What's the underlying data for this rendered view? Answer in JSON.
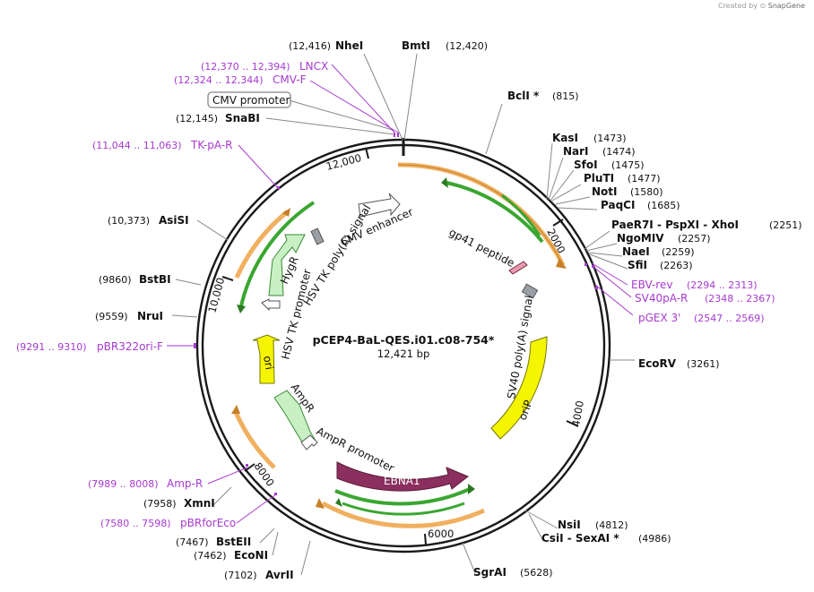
{
  "credit": {
    "prefix": "Created by",
    "brand": "SnapGene"
  },
  "plasmid": {
    "name": "pCEP4-BaL-QES.i01.c08-754*",
    "size": "12,421 bp"
  },
  "ticks": [
    "2000",
    "4000",
    "6000",
    "8000",
    "10,000",
    "12,000"
  ],
  "enzymes": [
    {
      "name": "NheI",
      "pos": "(12,416)"
    },
    {
      "name": "BmtI",
      "pos": "(12,420)"
    },
    {
      "name": "BclI *",
      "pos": "(815)"
    },
    {
      "name": "KasI",
      "pos": "(1473)"
    },
    {
      "name": "NarI",
      "pos": "(1474)"
    },
    {
      "name": "SfoI",
      "pos": "(1475)"
    },
    {
      "name": "PluTI",
      "pos": "(1477)"
    },
    {
      "name": "NotI",
      "pos": "(1580)"
    },
    {
      "name": "PaqCI",
      "pos": "(1685)"
    },
    {
      "name": "PaeR7I - PspXI - XhoI",
      "pos": "(2251)"
    },
    {
      "name": "NgoMIV",
      "pos": "(2257)"
    },
    {
      "name": "NaeI",
      "pos": "(2259)"
    },
    {
      "name": "SfiI",
      "pos": "(2263)"
    },
    {
      "name": "EcoRV",
      "pos": "(3261)"
    },
    {
      "name": "NsiI",
      "pos": "(4812)"
    },
    {
      "name": "CsiI - SexAI *",
      "pos": "(4986)"
    },
    {
      "name": "SgrAI",
      "pos": "(5628)"
    },
    {
      "name": "AvrII",
      "pos": "(7102)"
    },
    {
      "name": "EcoNI",
      "pos": "(7462)"
    },
    {
      "name": "BstEII",
      "pos": "(7467)"
    },
    {
      "name": "XmnI",
      "pos": "(7958)"
    },
    {
      "name": "NruI",
      "pos": "(9559)"
    },
    {
      "name": "BstBI",
      "pos": "(9860)"
    },
    {
      "name": "AsiSI",
      "pos": "(10,373)"
    },
    {
      "name": "SnaBI",
      "pos": "(12,145)"
    }
  ],
  "primers": [
    {
      "name": "LNCX",
      "range": "(12,370 .. 12,394)"
    },
    {
      "name": "CMV-F",
      "range": "(12,324 .. 12,344)"
    },
    {
      "name": "TK-pA-R",
      "range": "(11,044 .. 11,063)"
    },
    {
      "name": "EBV-rev",
      "range": "(2294 .. 2313)"
    },
    {
      "name": "SV40pA-R",
      "range": "(2348 .. 2367)"
    },
    {
      "name": "pGEX 3'",
      "range": "(2547 .. 2569)"
    },
    {
      "name": "pBR322ori-F",
      "range": "(9291 .. 9310)"
    },
    {
      "name": "Amp-R",
      "range": "(7989 .. 8008)"
    },
    {
      "name": "pBRforEco",
      "range": "(7580 .. 7598)"
    }
  ],
  "features": {
    "cmv_promoter": "CMV promoter",
    "cmv_enhancer": "CMV enhancer",
    "hsv_tk_polya": "HSV TK poly(A) signal",
    "hsv_tk_promoter": "HSV TK promoter",
    "hygr": "HygR",
    "gp41": "gp41 peptide",
    "sv40_polya": "SV40 poly(A) signal",
    "orip": "oriP",
    "ebna1": "EBNA1",
    "ampr": "AmpR",
    "ampr_promoter": "AmpR promoter",
    "ori": "ori"
  },
  "colors": {
    "backbone": "#1a1a1a",
    "orf_orange": "#f0b060",
    "orf_green": "#3aa630",
    "hygr_fill": "#c8f0c4",
    "ampr_fill": "#c8f0c4",
    "ori_fill": "#f5f500",
    "orip_fill": "#f5f500",
    "ebna1_fill": "#8b2f5f",
    "primer_color": "#a63ad0",
    "gp41_fill": "#e89ab0"
  }
}
